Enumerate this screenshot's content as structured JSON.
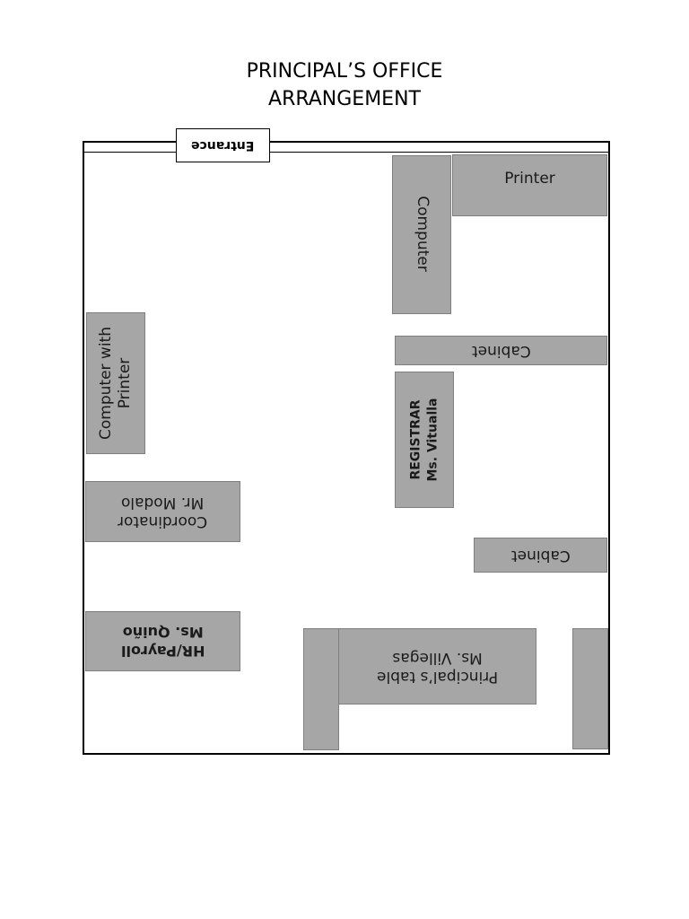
{
  "title": {
    "line1": "PRINCIPAL’S OFFICE",
    "line2": "ARRANGEMENT"
  },
  "entrance": "Entrance",
  "furniture": {
    "printer": "Printer",
    "computer": "Computer",
    "cabinet_top": "Cabinet",
    "registrar_role": "REGISTRAR",
    "registrar_name": "Ms. Vitualla",
    "cabinet_bottom": "Cabinet",
    "computer_with_printer_line1": "Computer with",
    "computer_with_printer_line2": "Printer",
    "coordinator_role": "Coordinator",
    "coordinator_name": "Mr. Modalo",
    "hr_role": "HR/Payroll",
    "hr_name": "Ms. Quiño",
    "principal_role": "Principal’s table",
    "principal_name": "Ms. Villegas"
  }
}
